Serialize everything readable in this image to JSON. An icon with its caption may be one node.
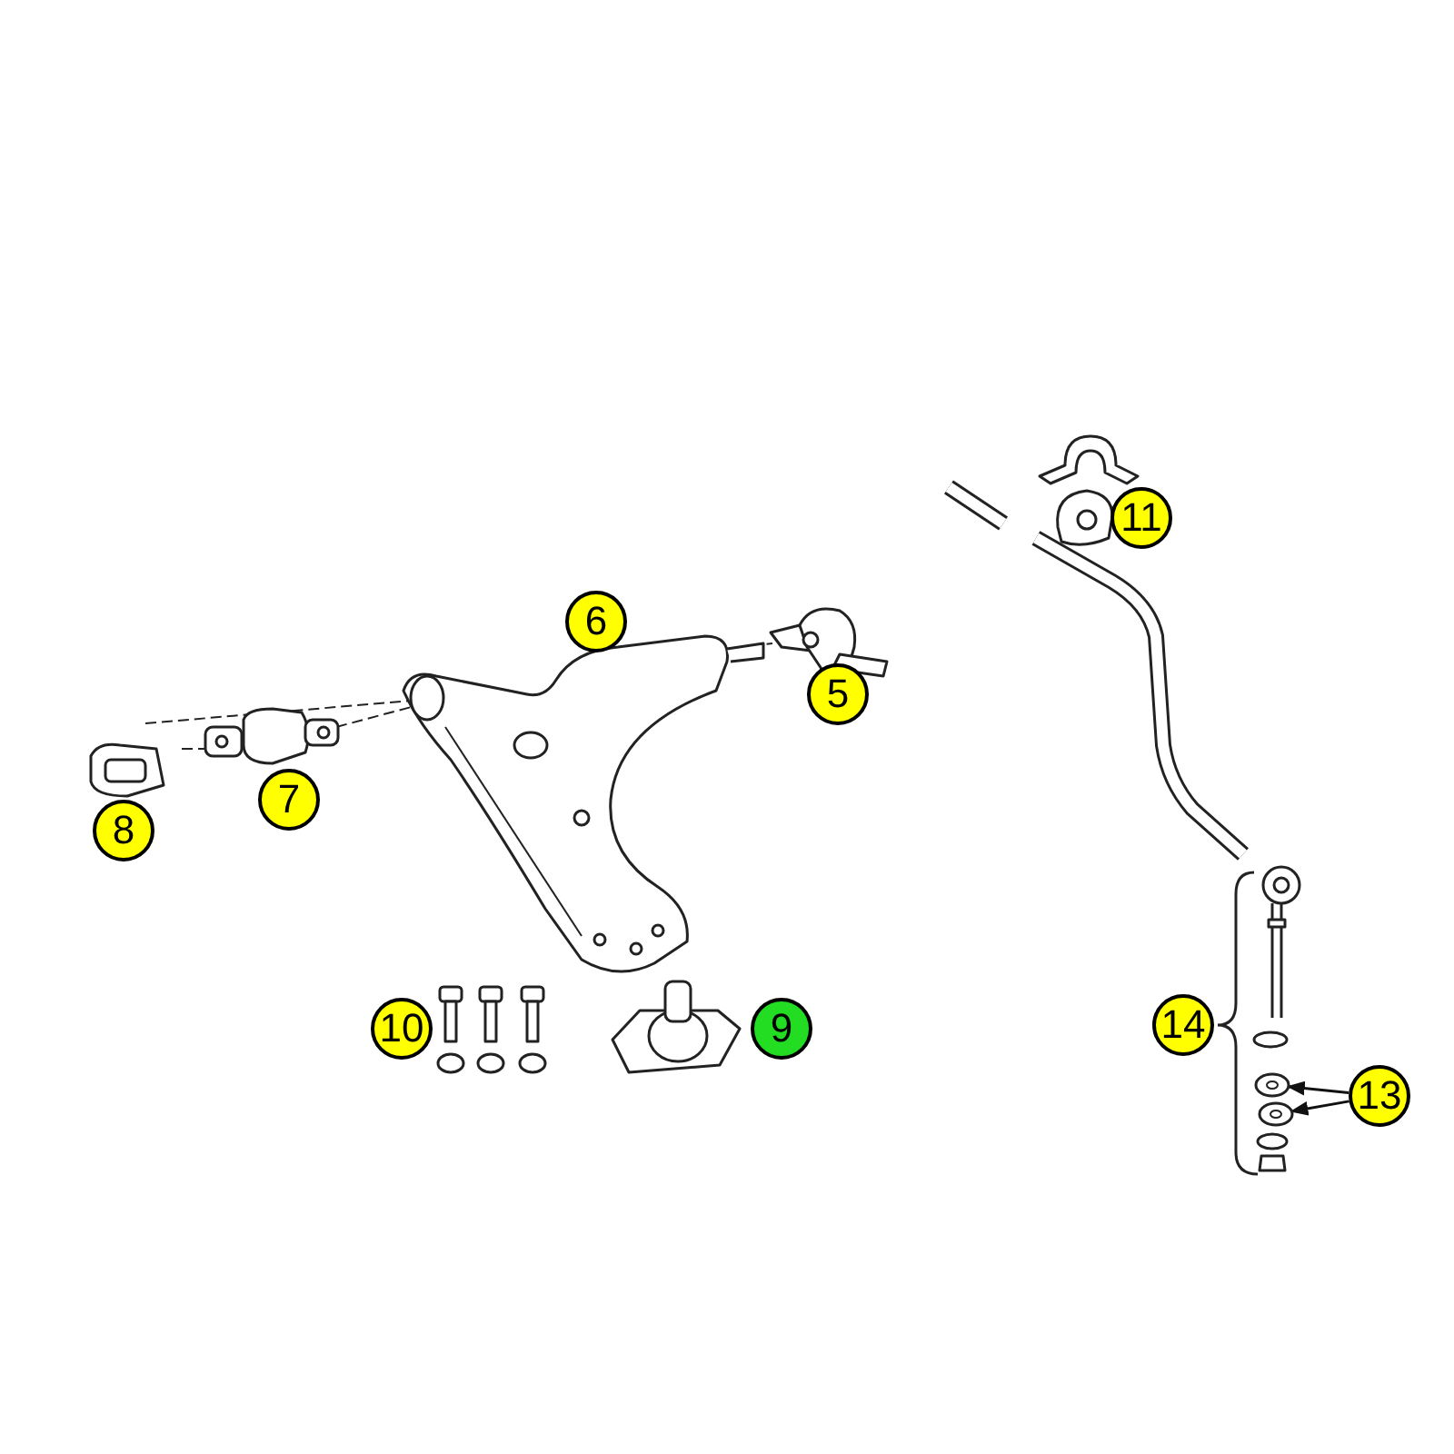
{
  "diagram": {
    "nodes": [
      {
        "text": [
          "11"
        ]
      },
      {
        "text": [
          "6"
        ]
      },
      {
        "text": [
          "5"
        ]
      },
      {
        "text": [
          "7"
        ]
      },
      {
        "text": [
          "8"
        ]
      },
      {
        "text": [
          "14"
        ]
      },
      {
        "text": [
          "10"
        ]
      },
      {
        "text": [
          "9"
        ]
      },
      {
        "text": [
          "13"
        ]
      },
      {
        "text": [],
        "shape": "picture"
      },
      {
        "text": [],
        "shape": "picture"
      }
    ],
    "edges": [
      {
        "from": 8,
        "to": 9,
        "arrow": "to"
      },
      {
        "from": 8,
        "to": 10,
        "arrow": "to"
      }
    ]
  }
}
